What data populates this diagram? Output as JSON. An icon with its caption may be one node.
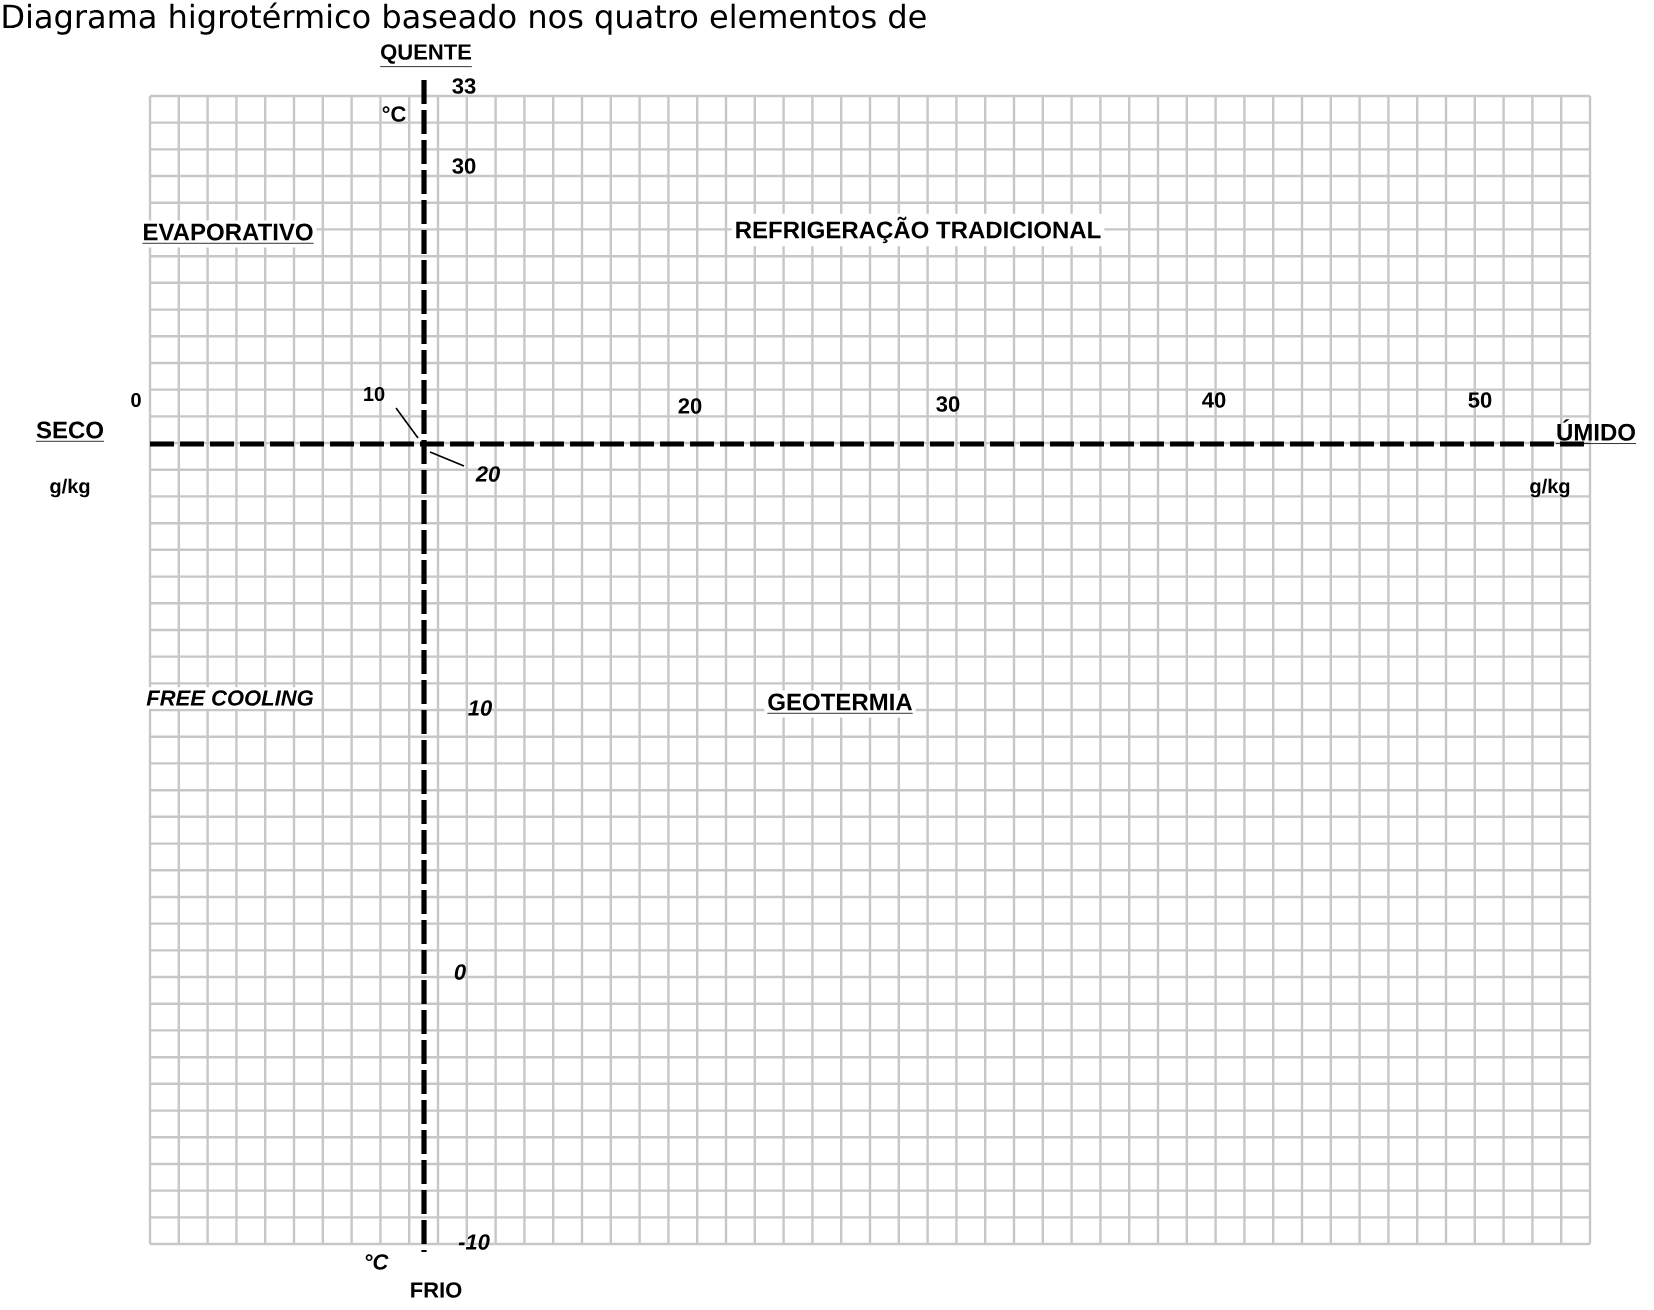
{
  "diagram": {
    "title": "Diagrama higrotérmico baseado nos quatro elementos de",
    "labels": [
      "QUENTE",
      "33",
      "°C",
      "30",
      "EVAPORATIVO",
      "REFRIGERAÇÃO TRADICIONAL",
      "0",
      "10",
      "20",
      "30",
      "40",
      "50",
      "SECO",
      "ÚMIDO",
      "20",
      "g/kg",
      "g/kg",
      "FREE COOLING",
      "10",
      "GEOTERMIA",
      "0",
      "-10",
      "°C",
      "FRIO"
    ]
  }
}
